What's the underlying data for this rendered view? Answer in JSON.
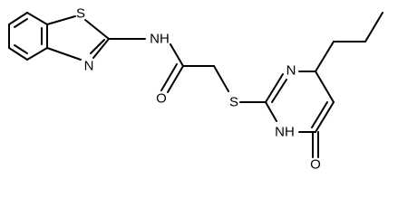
{
  "molecule": {
    "atoms": {
      "s_thiazole": "S",
      "n_thiazole": "N",
      "nh_amide": "NH",
      "o_carbonyl": "O",
      "s_thioether": "S",
      "n_pyrimidine_top": "N",
      "nh_pyrimidine": "NH",
      "o_pyrimidine": "O"
    }
  }
}
